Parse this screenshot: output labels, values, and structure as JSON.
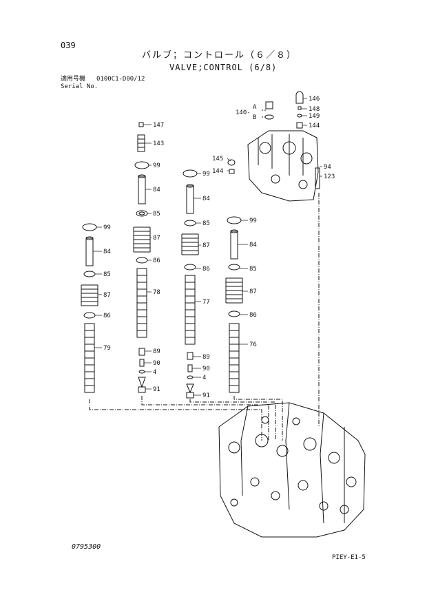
{
  "header": {
    "page_number": "039",
    "title_jp": "バルブ；コントロール（６／８）",
    "title_en": "VALVE;CONTROL (6/8)",
    "serial_label_jp": "適用号機",
    "serial_code": "0100C1-D00/12",
    "serial_label_en": "Serial No."
  },
  "footer": {
    "drawing_number": "0795300",
    "page_code": "PIEY-E1-5"
  },
  "callouts": {
    "c147": "147",
    "c143": "143",
    "c99a": "99",
    "c84a": "84",
    "c85a": "85",
    "c87a": "87",
    "c86a": "86",
    "c78": "78",
    "c89a": "89",
    "c90a": "90",
    "c4a": "4",
    "c91a": "91",
    "c99b": "99",
    "c84b": "84",
    "c85b": "85",
    "c87b": "87",
    "c86b": "86",
    "c77": "77",
    "c89b": "89",
    "c90b": "90",
    "c4b": "4",
    "c91b": "91",
    "c99c": "99",
    "c84c": "84",
    "c85c": "85",
    "c87c": "87",
    "c86c": "86",
    "c79": "79",
    "c99d": "99",
    "c84d": "84",
    "c85d": "85",
    "c87d": "87",
    "c86d": "86",
    "c76": "76",
    "c146": "146",
    "c148": "148",
    "c149": "149",
    "c144a": "144",
    "c140": "140-",
    "cA": "A",
    "cB": "B",
    "c145": "145",
    "c144b": "144",
    "c94": "94",
    "c123": "123"
  }
}
